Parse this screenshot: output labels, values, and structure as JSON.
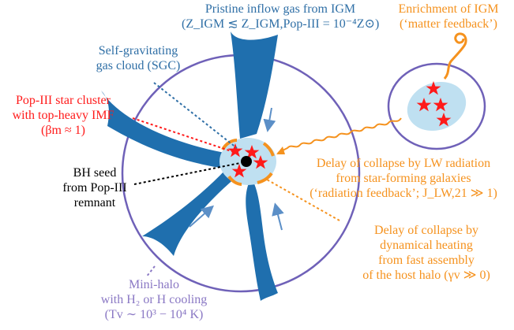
{
  "colors": {
    "inflow_blue": "#1f6fae",
    "halo_purple": "#6f61b8",
    "cloud_blue": "#bfe0f1",
    "star_red": "#ff1a1a",
    "feedback_orange": "#f5921e",
    "label_blue": "#2f6fa6",
    "label_purple": "#8a78c4"
  },
  "labels": {
    "inflow": [
      "Pristine inflow gas from IGM",
      "(Z_IGM ≲ Z_IGM,Pop-III = 10⁻⁴Z⊙)"
    ],
    "sgc": [
      "Self-gravitating",
      "gas cloud (SGC)"
    ],
    "pop3": [
      "Pop-III star cluster",
      "with top-heavy IMF",
      "(βm ≈ 1)"
    ],
    "bh": [
      "BH seed",
      "from Pop-III",
      "remnant"
    ],
    "minihalo": [
      "Mini-halo",
      "with H₂ or H cooling",
      "(Tv ∼ 10³ − 10⁴ K)"
    ],
    "enrichment": [
      "Enrichment of IGM",
      "(‘matter feedback’)"
    ],
    "lw": [
      "Delay of collapse by LW radiation",
      "from star-forming galaxies",
      "(‘radiation feedback’; J_LW,21 ≫ 1)"
    ],
    "dyn": [
      "Delay of collapse by",
      "dynamical heating",
      "from fast assembly",
      "of the host halo (γv ≫ 0)"
    ]
  }
}
